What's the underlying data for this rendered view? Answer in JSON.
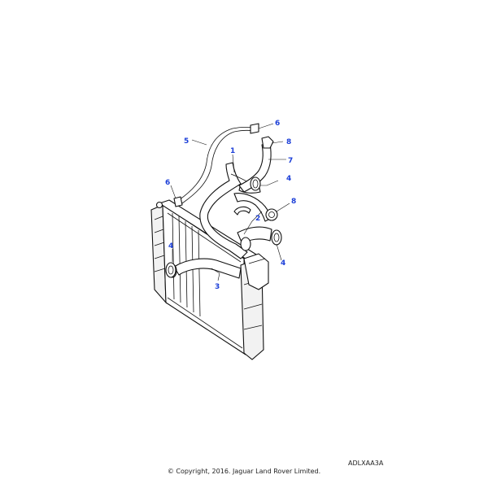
{
  "callouts": {
    "c1": "1",
    "c2": "2",
    "c3": "3",
    "c4a": "4",
    "c4b": "4",
    "c4c": "4",
    "c5": "5",
    "c6a": "6",
    "c6b": "6",
    "c7": "7",
    "c8a": "8",
    "c8b": "8"
  },
  "callout_color": "#1c3fd8",
  "reference_code": "ADLXAA3A",
  "copyright": "© Copyright, 2016. Jaguar Land Rover Limited."
}
